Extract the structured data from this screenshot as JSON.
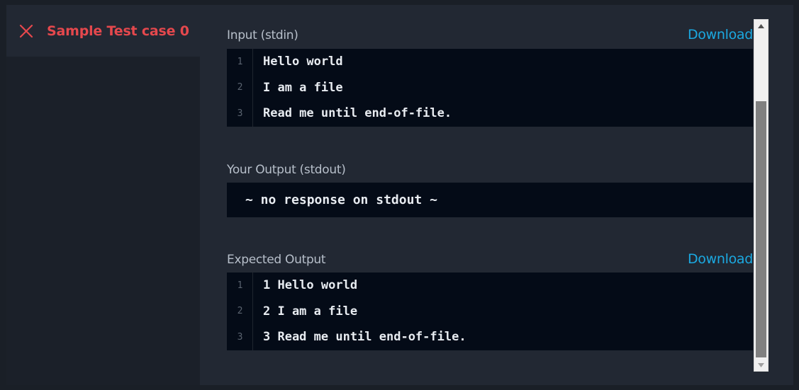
{
  "tab": {
    "label": "Sample Test case 0",
    "close_icon": "close-icon",
    "accent_color": "#e5484d"
  },
  "input": {
    "title": "Input (stdin)",
    "download_label": "Download",
    "lines": [
      {
        "number": "1",
        "text": "Hello world"
      },
      {
        "number": "2",
        "text": "I am a file"
      },
      {
        "number": "3",
        "text": "Read me until end-of-file."
      }
    ]
  },
  "output": {
    "title": "Your Output (stdout)",
    "text": "~ no response on stdout ~"
  },
  "expected": {
    "title": "Expected Output",
    "download_label": "Download",
    "lines": [
      {
        "number": "1",
        "text": "1 Hello world"
      },
      {
        "number": "2",
        "text": "2 I am a file"
      },
      {
        "number": "3",
        "text": "3 Read me until end-of-file."
      }
    ]
  },
  "colors": {
    "link": "#1ba9e1",
    "code_background": "#040b17",
    "panel_background": "#222833"
  }
}
